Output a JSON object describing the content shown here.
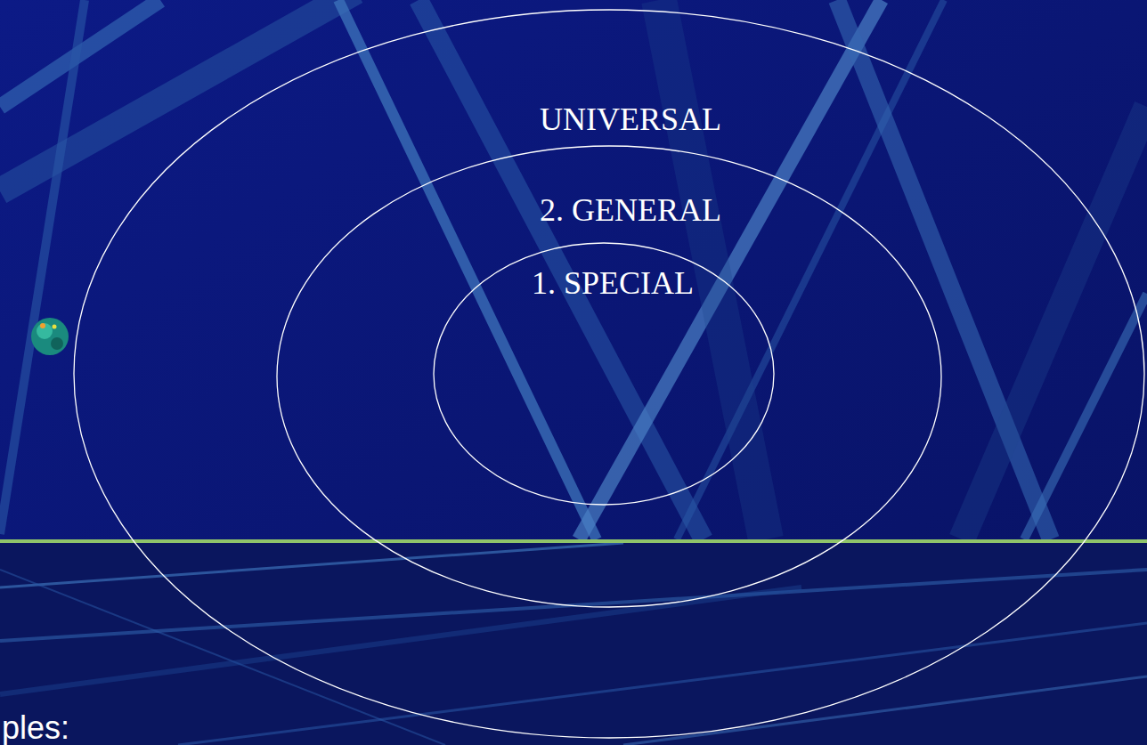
{
  "diagram": {
    "nodes": [
      {
        "text": [
          "UNIVERSAL"
        ]
      },
      {
        "text": [
          "2. GENERAL"
        ],
        "in": 0
      },
      {
        "text": [
          "1. SPECIAL"
        ],
        "in": 1
      }
    ],
    "labels": [
      "ples:"
    ]
  }
}
